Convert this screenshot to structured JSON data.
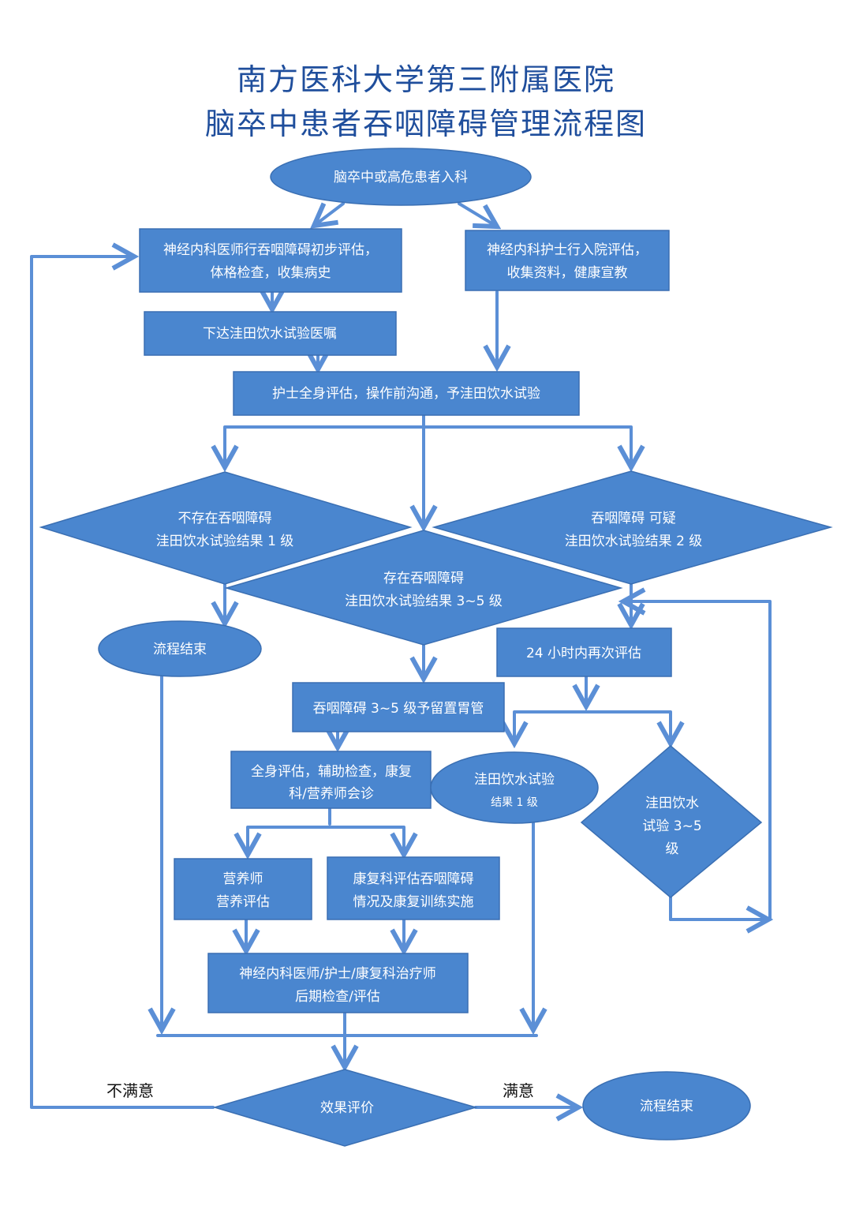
{
  "header": {
    "title_line1": "南方医科大学第三附属医院",
    "title_line2": "脑卒中患者吞咽障碍管理流程图"
  },
  "colors": {
    "shape_fill": "#4a86cf",
    "shape_stroke": "#3a6fb3",
    "arrow": "#5b8fd6",
    "title": "#1f4e9c",
    "shape_text": "#ffffff"
  },
  "nodes": {
    "admission": "脑卒中或高危患者入科",
    "doctor_eval": [
      "神经内科医师行吞咽障碍初步评估，",
      "体格检查，收集病史"
    ],
    "nurse_eval": [
      "神经内科护士行入院评估，",
      "收集资料，健康宣教"
    ],
    "order": "下达洼田饮水试验医嘱",
    "nurse_test": "护士全身评估，操作前沟通，予洼田饮水试验",
    "no_dysphagia": [
      "不存在吞咽障碍",
      "洼田饮水试验结果 1 级"
    ],
    "suspect": [
      "吞咽障碍  可疑",
      "洼田饮水试验结果 2 级"
    ],
    "has_dysphagia": [
      "存在吞咽障碍",
      "洼田饮水试验结果 3~5 级"
    ],
    "end1": "流程结束",
    "reeval": "24 小时内再次评估",
    "tube": "吞咽障碍 3~5 级予留置胃管",
    "consult": [
      "全身评估，辅助检查，康复",
      "科/营养师会诊"
    ],
    "retest_l1": [
      "洼田饮水试验",
      "结果 1 级"
    ],
    "retest_l35": [
      "洼田饮水",
      "试验 3~5",
      "级"
    ],
    "nutrition": [
      "营养师",
      "营养评估"
    ],
    "rehab": [
      "康复科评估吞咽障碍",
      "情况及康复训练实施"
    ],
    "followup": [
      "神经内科医师/护士/康复科治疗师",
      "后期检查/评估"
    ],
    "evaluation": "效果评价",
    "end2": "流程结束"
  },
  "edge_labels": {
    "unsatisfied": "不满意",
    "satisfied": "满意"
  }
}
